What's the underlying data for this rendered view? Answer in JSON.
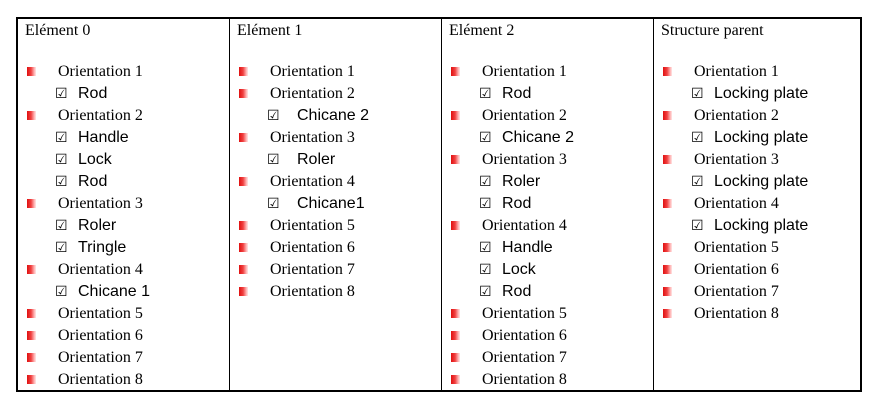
{
  "columns": [
    {
      "header": "Elément 0",
      "rows": [
        {
          "type": "orientation",
          "text": "Orientation 1"
        },
        {
          "type": "item",
          "text": "Rod"
        },
        {
          "type": "orientation",
          "text": "Orientation 2"
        },
        {
          "type": "item",
          "text": "Handle"
        },
        {
          "type": "item",
          "text": "Lock"
        },
        {
          "type": "item",
          "text": "Rod"
        },
        {
          "type": "orientation",
          "text": "Orientation 3"
        },
        {
          "type": "item",
          "text": "Roler"
        },
        {
          "type": "item",
          "text": " Tringle"
        },
        {
          "type": "orientation",
          "text": "Orientation 4"
        },
        {
          "type": "item",
          "text": " Chicane 1"
        },
        {
          "type": "orientation",
          "text": "Orientation 5"
        },
        {
          "type": "orientation",
          "text": "Orientation 6"
        },
        {
          "type": "orientation",
          "text": "Orientation 7"
        },
        {
          "type": "orientation",
          "text": "Orientation 8"
        }
      ]
    },
    {
      "header": "Elément 1",
      "rows": [
        {
          "type": "orientation",
          "text": "Orientation 1"
        },
        {
          "type": "orientation",
          "text": "Orientation 2"
        },
        {
          "type": "item",
          "text": "Chicane 2"
        },
        {
          "type": "orientation",
          "text": "Orientation 3"
        },
        {
          "type": "item",
          "text": "Roler"
        },
        {
          "type": "orientation",
          "text": "Orientation 4"
        },
        {
          "type": "item",
          "text": "Chicane1"
        },
        {
          "type": "orientation",
          "text": "Orientation 5"
        },
        {
          "type": "orientation",
          "text": "Orientation 6"
        },
        {
          "type": "orientation",
          "text": "Orientation 7"
        },
        {
          "type": "orientation",
          "text": "Orientation 8"
        }
      ]
    },
    {
      "header": "Elément 2",
      "rows": [
        {
          "type": "orientation",
          "text": "Orientation 1"
        },
        {
          "type": "item",
          "text": "Rod"
        },
        {
          "type": "orientation",
          "text": "Orientation 2"
        },
        {
          "type": "item",
          "text": " Chicane 2"
        },
        {
          "type": "orientation",
          "text": "Orientation 3"
        },
        {
          "type": "item",
          "text": "Roler"
        },
        {
          "type": "item",
          "text": "Rod"
        },
        {
          "type": "orientation",
          "text": "Orientation 4"
        },
        {
          "type": "item",
          "text": "Handle"
        },
        {
          "type": "item",
          "text": "Lock"
        },
        {
          "type": "item",
          "text": "Rod"
        },
        {
          "type": "orientation",
          "text": "Orientation 5"
        },
        {
          "type": "orientation",
          "text": "Orientation 6"
        },
        {
          "type": "orientation",
          "text": "Orientation 7"
        },
        {
          "type": "orientation",
          "text": "Orientation 8"
        }
      ]
    },
    {
      "header": "Structure parent",
      "rows": [
        {
          "type": "orientation",
          "text": "Orientation 1"
        },
        {
          "type": "item",
          "text": "Locking plate"
        },
        {
          "type": "orientation",
          "text": "Orientation 2"
        },
        {
          "type": "item",
          "text": "Locking plate"
        },
        {
          "type": "orientation",
          "text": "Orientation 3"
        },
        {
          "type": "item",
          "text": "Locking plate"
        },
        {
          "type": "orientation",
          "text": "Orientation 4"
        },
        {
          "type": "item",
          "text": "Locking plate"
        },
        {
          "type": "orientation",
          "text": "Orientation 5"
        },
        {
          "type": "orientation",
          "text": "Orientation 6"
        },
        {
          "type": "orientation",
          "text": "Orientation 7"
        },
        {
          "type": "orientation",
          "text": "Orientation 8"
        }
      ]
    }
  ],
  "checkbox_glyph": "☑",
  "bullet_color": "#e01010"
}
